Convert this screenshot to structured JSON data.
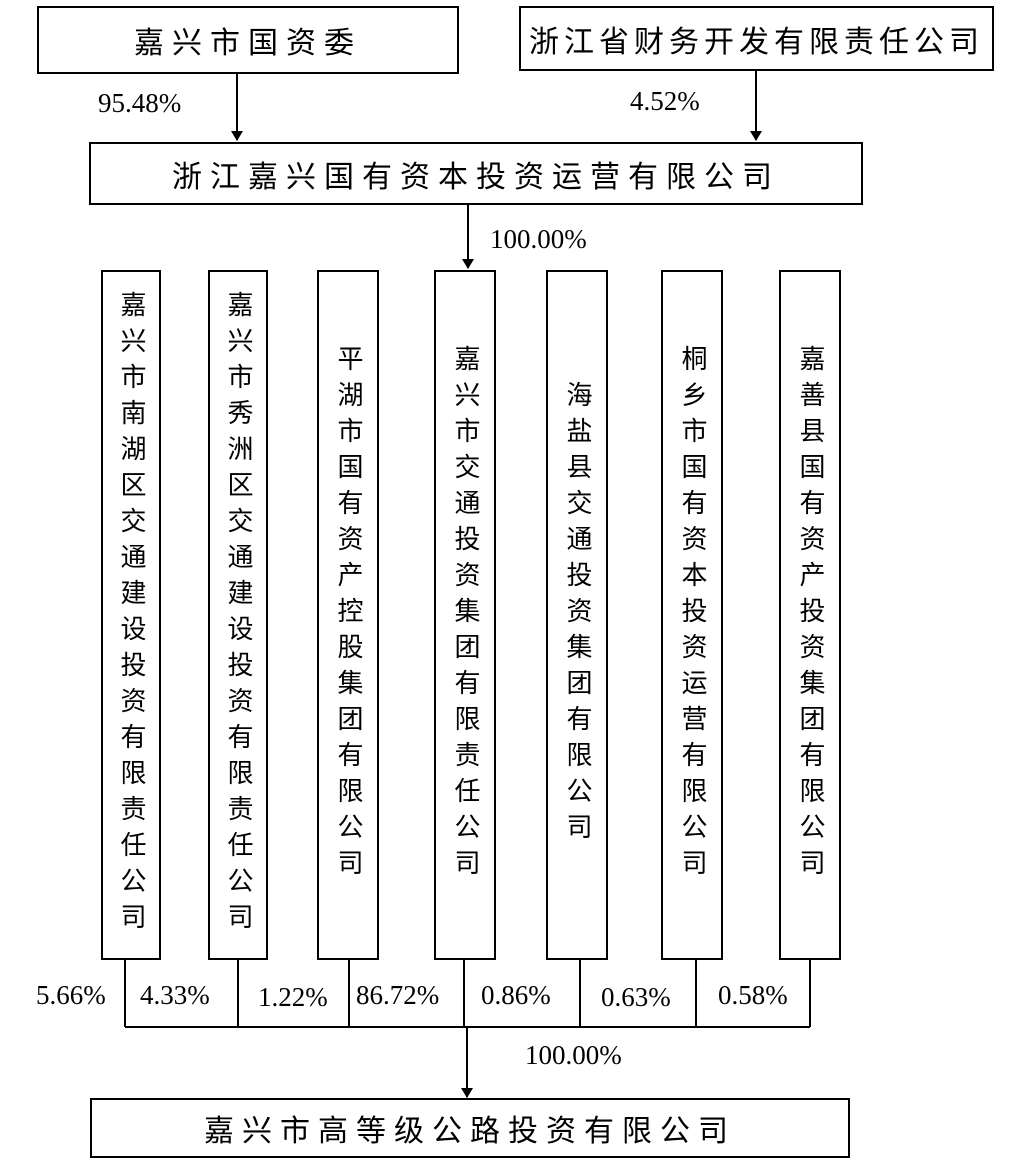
{
  "shareholders": [
    {
      "name": "嘉兴市国资委",
      "pct": "95.48%"
    },
    {
      "name": "浙江省财务开发有限责任公司",
      "pct": "4.52%"
    }
  ],
  "parent": {
    "name": "浙江嘉兴国有资本投资运营有限公司",
    "pct": "100.00%"
  },
  "subsidiaries": [
    {
      "name": "嘉兴市南湖区交通建设投资有限责任公司",
      "pct": "5.66%"
    },
    {
      "name": "嘉兴市秀洲区交通建设投资有限责任公司",
      "pct": "4.33%"
    },
    {
      "name": "平湖市国有资产控股集团有限公司",
      "pct": "1.22%"
    },
    {
      "name": "嘉兴市交通投资集团有限责任公司",
      "pct": "86.72%"
    },
    {
      "name": "海盐县交通投资集团有限公司",
      "pct": "0.86%"
    },
    {
      "name": "桐乡市国有资本投资运营有限公司",
      "pct": "0.63%"
    },
    {
      "name": "嘉善县国有资产投资集团有限公司",
      "pct": "0.58%"
    }
  ],
  "target": {
    "name": "嘉兴市高等级公路投资有限公司",
    "pct": "100.00%"
  }
}
